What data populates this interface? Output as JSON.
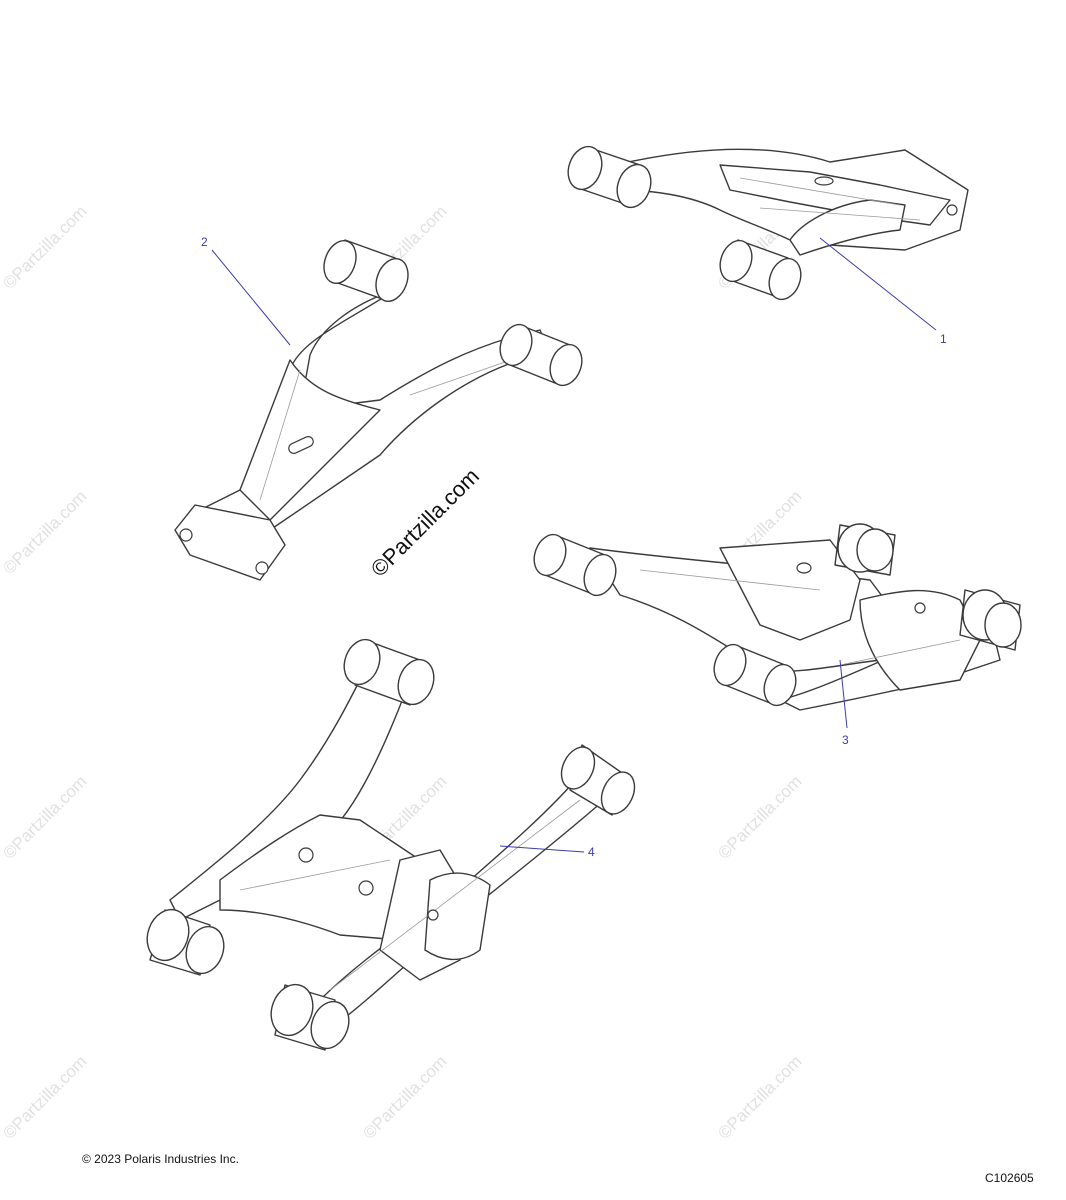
{
  "callouts": [
    "1",
    "2",
    "3",
    "4"
  ],
  "watermark": "©Partzilla.com",
  "center_watermark": "©Partzilla.com",
  "copyright": "© 2023 Polaris Industries Inc.",
  "drawing_code": "C102605",
  "colors": {
    "line": "#3a3a3a",
    "callout": "#3b3bb0",
    "watermark": "#c8c8c8",
    "background": "#ffffff"
  }
}
